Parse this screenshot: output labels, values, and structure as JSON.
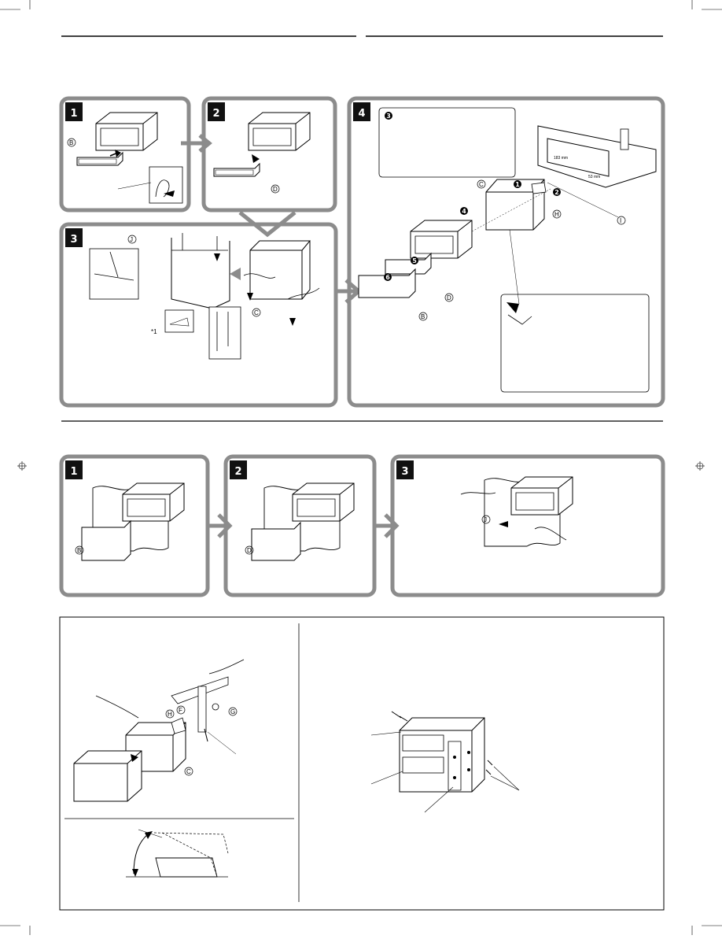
{
  "callouts": {
    "B": "B",
    "C": "C",
    "D": "D",
    "F": "F",
    "G": "G",
    "H": "H",
    "I": "I",
    "J": "J",
    "star1": "*1"
  },
  "installation": {
    "steps": [
      "1",
      "2",
      "3",
      "4"
    ],
    "panel4_callout_number": "3",
    "assembly_numbers": [
      "1",
      "2",
      "4",
      "5",
      "6"
    ],
    "opening_dims": [
      "183 mm",
      "53 mm"
    ]
  },
  "removal": {
    "steps": [
      "1",
      "2",
      "3"
    ]
  },
  "colors": {
    "panel_frame": "#8c8c8c",
    "step_badge": "#111111",
    "outline": "#000000"
  }
}
